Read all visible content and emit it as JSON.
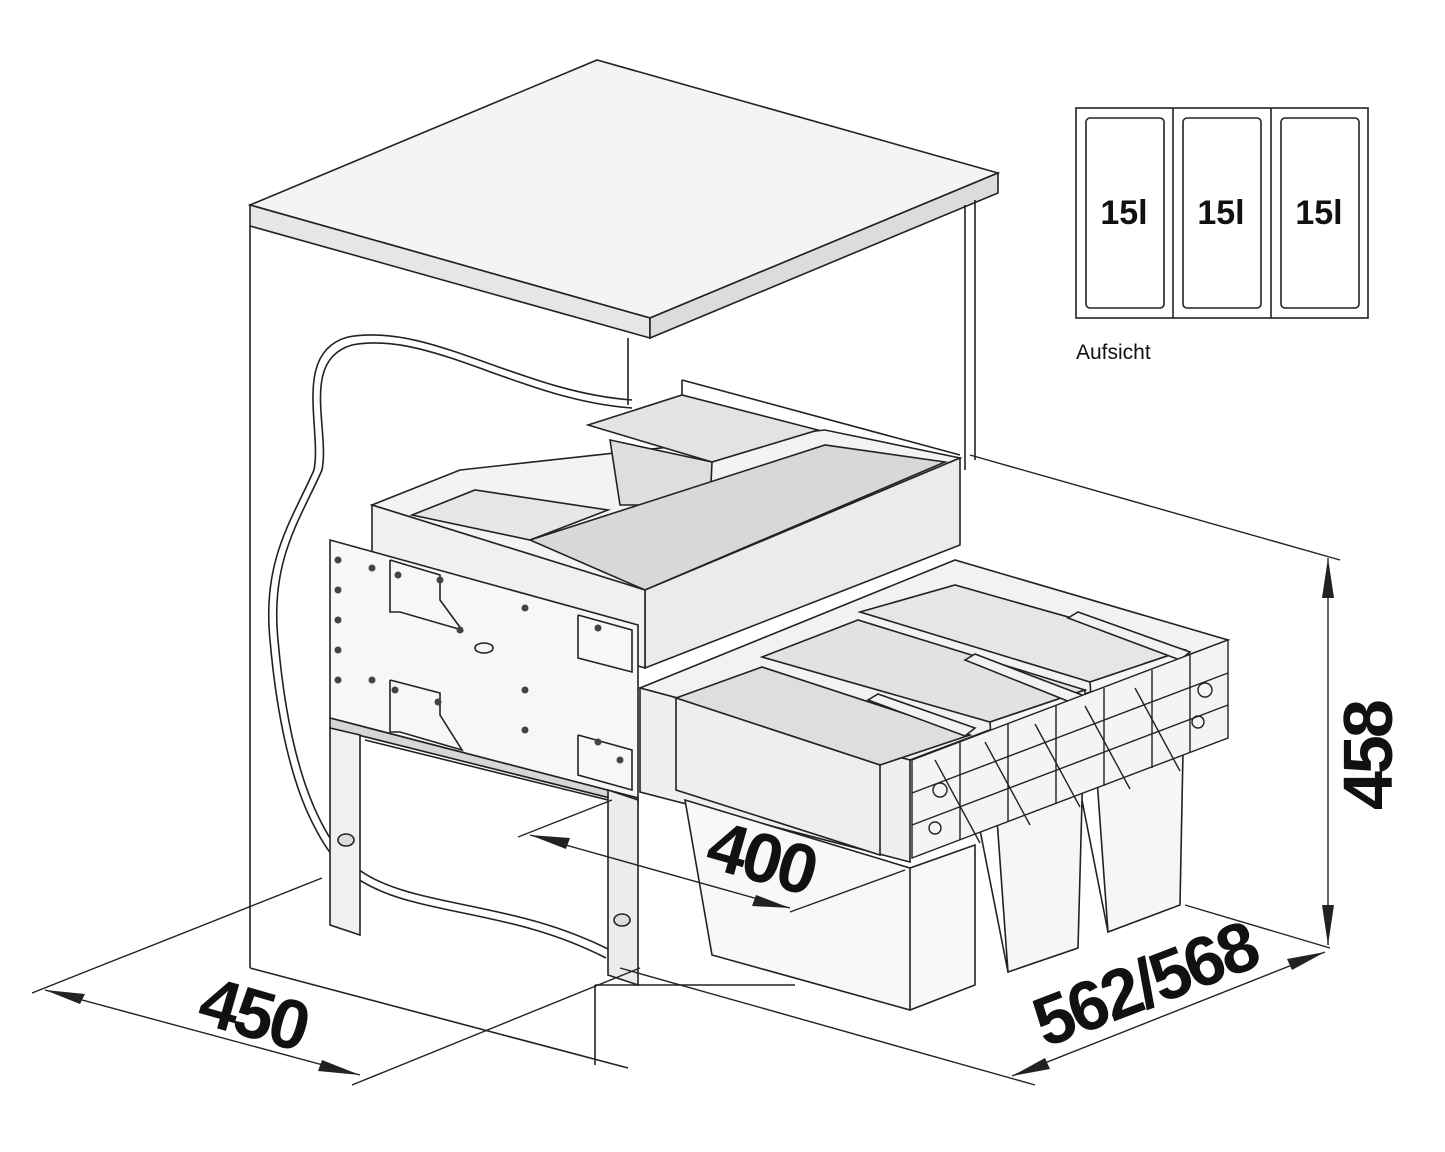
{
  "dimensions": {
    "width": "450",
    "depth": "562/568",
    "height": "458",
    "pullout": "400"
  },
  "top_view": {
    "caption": "Aufsicht",
    "bins": [
      "15l",
      "15l",
      "15l"
    ]
  },
  "colors": {
    "line": "#222222",
    "fill_light": "#ececec",
    "fill_mid": "#d9d9d9",
    "background": "#ffffff"
  }
}
